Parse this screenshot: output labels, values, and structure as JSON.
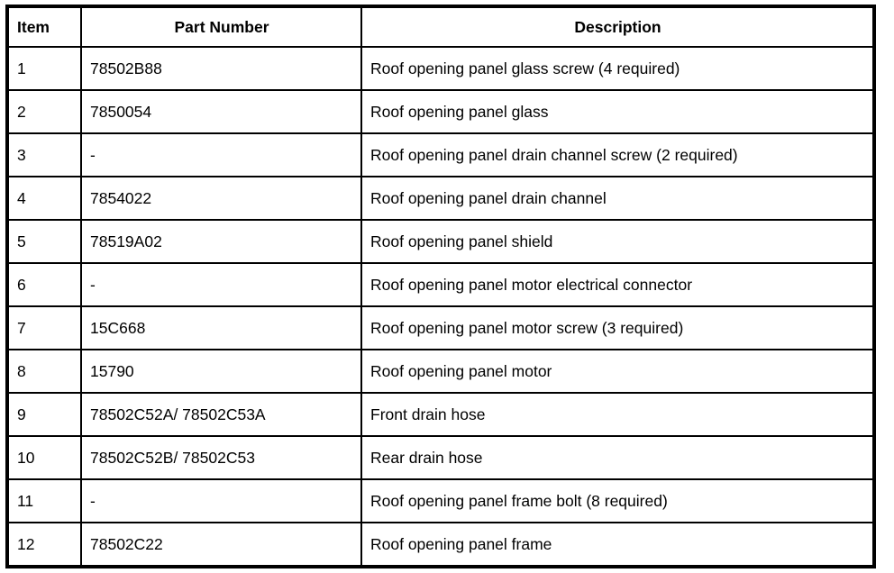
{
  "table": {
    "headers": {
      "item": "Item",
      "part_number": "Part Number",
      "description": "Description"
    },
    "rows": [
      {
        "item": "1",
        "part": "78502B88",
        "desc": "Roof opening panel glass screw (4 required)"
      },
      {
        "item": "2",
        "part": "7850054",
        "desc": "Roof opening panel glass"
      },
      {
        "item": "3",
        "part": "-",
        "desc": "Roof opening panel drain channel screw (2 required)"
      },
      {
        "item": "4",
        "part": "7854022",
        "desc": "Roof opening panel drain channel"
      },
      {
        "item": "5",
        "part": "78519A02",
        "desc": "Roof opening panel shield"
      },
      {
        "item": "6",
        "part": "-",
        "desc": "Roof opening panel motor electrical connector"
      },
      {
        "item": "7",
        "part": "15C668",
        "desc": "Roof opening panel motor screw (3 required)"
      },
      {
        "item": "8",
        "part": "15790",
        "desc": "Roof opening panel motor"
      },
      {
        "item": "9",
        "part": "78502C52A/ 78502C53A",
        "desc": "Front drain hose"
      },
      {
        "item": "10",
        "part": "78502C52B/ 78502C53",
        "desc": "Rear drain hose"
      },
      {
        "item": "11",
        "part": "-",
        "desc": "Roof opening panel frame bolt (8 required)"
      },
      {
        "item": "12",
        "part": "78502C22",
        "desc": "Roof opening panel frame"
      }
    ],
    "colors": {
      "border": "#000000",
      "text": "#000000",
      "background": "#ffffff"
    }
  }
}
